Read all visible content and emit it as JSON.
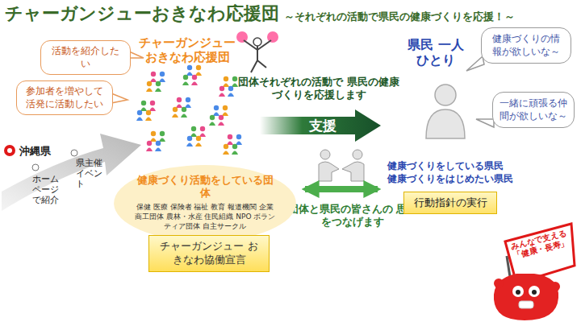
{
  "diagram": {
    "title": "チャーガンジューおきなわ応援団",
    "nodes": [
      {
        "text": [
          "活動を紹介したい"
        ]
      },
      {
        "text": [
          "参加者を増やして活発に活動したい"
        ]
      },
      {
        "text": [
          "支援"
        ]
      },
      {
        "text": [
          "健康づくりの情報が欲しいな～"
        ]
      },
      {
        "text": [
          "一緒に頑張る仲間が欲しいな～"
        ]
      },
      {
        "text": [
          "健康づくり活動をしている団体",
          "保健 医療 保険者 福祉 教育 報道機関 企業 商工団体 農林・水産 住民組織 NPO ボランティア団体 自主サークル"
        ]
      },
      {
        "text": [
          "健康づくりをしている県民 健康づくりをはじめたい県民",
          "行動指針の実行"
        ]
      },
      {
        "text": [
          "チャーガンジュー おきなわ協働宣言"
        ]
      }
    ],
    "edges": [
      {
        "from": 5,
        "to": 6,
        "arrow": "both"
      }
    ],
    "labels": [
      "～それぞれの活動で県民の健康づくりを応援！～",
      "チャーガンジュー おきなわ応援団",
      "団体それぞれの活動で 県民の健康づくりを応援します",
      "沖縄県",
      "ホームページで紹介",
      "県主催イベント",
      "県民 一人ひとり",
      "団体と県民の皆さんの 思いをつなげます",
      "みんなで支える「健康・長寿」"
    ]
  }
}
